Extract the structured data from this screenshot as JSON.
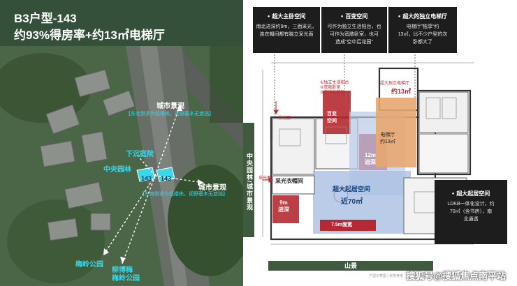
{
  "left": {
    "title": "B3户型-143",
    "subtitle": "约93%得房率+约13㎡电梯厅",
    "labels": {
      "city_view_top": "城市景观",
      "city_view_bottom": "城市景观",
      "sunken_courtyard": "下沉庭院",
      "central_garden": "中央园林",
      "unit_a": "143",
      "unit_b": "143",
      "meiling_park_left": "梅岭公园",
      "meiling_park_bottom_1": "柳博梅",
      "meiling_park_bottom_2": "梅岭公园"
    },
    "notes": {
      "note_top": "【东北侧多为低楼栋，视野基本无遮挡】",
      "note_bottom": "【东南侧多为低楼栋，视野基本无遮挡】"
    }
  },
  "right": {
    "callouts": [
      {
        "title": "超大主卧空间",
        "body": [
          "南北进深约9m，三面采光，",
          "连衣帽间都有独立采光面"
        ]
      },
      {
        "title": "百变空间",
        "body": [
          "可作为独立生活阳台，也",
          "可作为宽敞卧室，也可",
          "造成“空中后花园”"
        ]
      },
      {
        "title": "超大的独立电梯厅",
        "body": [
          "电梯厅”独享“约",
          "13㎡，比不少户型的次",
          "卧都大了"
        ]
      },
      {
        "title": "超大起居空间",
        "body": [
          "LDKB一体化设计，约",
          "70㎡（含书房），南",
          "北通透"
        ]
      }
    ],
    "side_left": {
      "top": "中央园林",
      "sep": "/",
      "bottom": "城市景观"
    },
    "bottom_bar": "山景",
    "plan_labels": {
      "light_1": "采光面",
      "light_2": "采光面",
      "balcony_notes": [
        "①独立生活阳台",
        "②宽敞卧室",
        "③空中后花园"
      ],
      "flex_room": "百变\n空间",
      "elevator_hall_note": "超大独立电梯厅",
      "elevator_hall_area": "约13㎡",
      "elevator_hall_room": "电梯厅\n约13㎡",
      "depth_12m": "12m\n进深",
      "closet": "采光衣帽间",
      "living_title": "超大起居空间",
      "living_area": "近70㎡",
      "depth_9m": "9m\n进深",
      "width_75m": "7.5m面宽"
    },
    "footer_small": "户型示意图 | 仅供参考",
    "watermark": "搜狐号@搜狐焦点南平站"
  }
}
